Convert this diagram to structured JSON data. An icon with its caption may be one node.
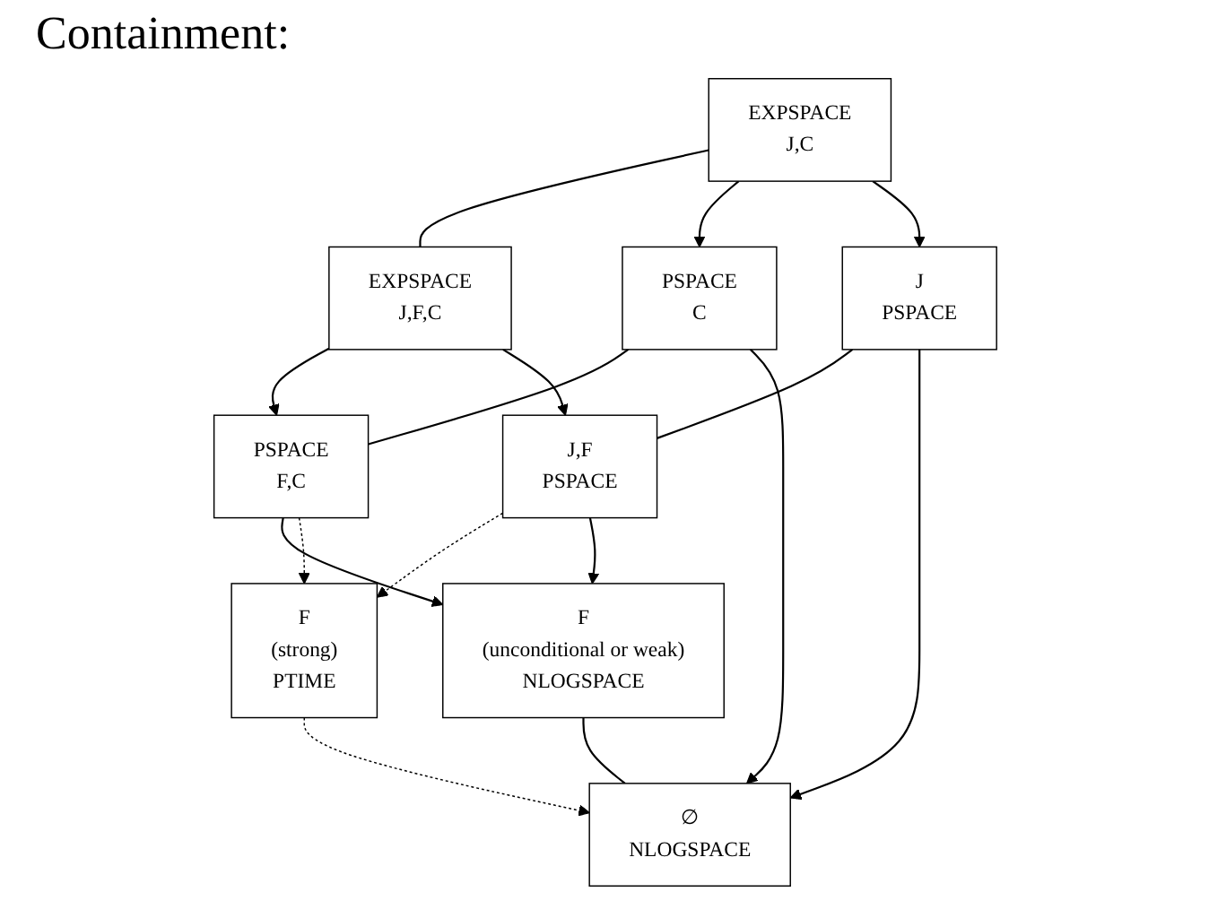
{
  "diagram": {
    "title": "Containment:",
    "nodes": [
      {
        "text": [
          "EXPSPACE",
          "J,C"
        ]
      },
      {
        "text": [
          "EXPSPACE",
          "J,F,C"
        ]
      },
      {
        "text": [
          "PSPACE",
          "F,C"
        ]
      },
      {
        "text": [
          "PSPACE",
          "C"
        ]
      },
      {
        "text": [
          "J,F",
          "PSPACE"
        ]
      },
      {
        "text": [
          "F",
          "(strong)",
          "PTIME"
        ]
      },
      {
        "text": [
          "J",
          "PSPACE"
        ]
      },
      {
        "text": [
          "F",
          "(unconditional or weak)",
          "NLOGSPACE"
        ]
      },
      {
        "text": [
          "∅",
          "NLOGSPACE"
        ]
      }
    ],
    "edges": [
      {
        "from": 0,
        "to": 1,
        "arrow": "none"
      },
      {
        "from": 1,
        "to": 2,
        "arrow": "to"
      },
      {
        "from": 0,
        "to": 3,
        "arrow": "to"
      },
      {
        "from": 3,
        "to": 2,
        "arrow": "none"
      },
      {
        "from": 0,
        "to": 6,
        "arrow": "to"
      },
      {
        "from": 3,
        "to": 8,
        "arrow": "to"
      },
      {
        "from": 1,
        "to": 4,
        "arrow": "to"
      },
      {
        "from": 2,
        "to": 7,
        "arrow": "to"
      },
      {
        "from": 2,
        "to": 5,
        "arrow": "to",
        "style": "dashed"
      },
      {
        "from": 4,
        "to": 5,
        "arrow": "to",
        "style": "dashed"
      },
      {
        "from": 6,
        "to": 4,
        "arrow": "none"
      },
      {
        "from": 4,
        "to": 7,
        "arrow": "to"
      },
      {
        "from": 6,
        "to": 8,
        "arrow": "to"
      },
      {
        "from": 5,
        "to": 8,
        "arrow": "to",
        "style": "dashed"
      },
      {
        "from": 7,
        "to": 8,
        "arrow": "none"
      }
    ]
  }
}
